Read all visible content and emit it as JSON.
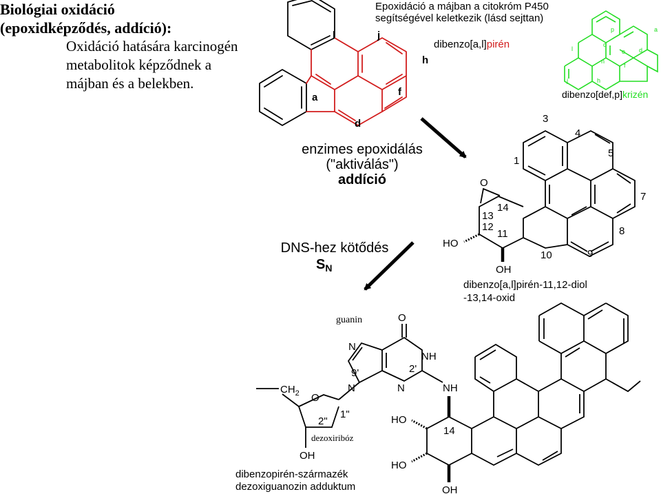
{
  "title": {
    "line1": "Biológiai oxidáció",
    "line2": "(epoxidképződés, addíció):",
    "body": [
      "Oxidáció hatására karcinogén",
      "metabolitok képződnek a",
      "májban és a belekben."
    ]
  },
  "top_note": [
    "Epoxidáció a májban a citokróm P450",
    "segítségével keletkezik (lásd sejttan)"
  ],
  "compound1": {
    "prefix": "dibenzo[a,l]",
    "highlight": "pirén",
    "ring_labels": {
      "l": "l",
      "j": "j",
      "h": "h",
      "a": "a",
      "f": "f",
      "d": "d"
    }
  },
  "compound2": {
    "prefix": "dibenzo[def,p]",
    "highlight": "krizén",
    "ring_labels": [
      "p",
      "a",
      "o",
      "l",
      "e",
      "d",
      "n",
      "f",
      "j",
      "h"
    ]
  },
  "step1": {
    "line1": "enzimes epoxidálás",
    "line2": "(\"aktiválás\")",
    "line3": "addíció"
  },
  "step2": {
    "line1": "DNS-hez kötődés",
    "sn_main": "S",
    "sn_sub": "N"
  },
  "epoxide": {
    "numbers": [
      "1",
      "3",
      "4",
      "5",
      "7",
      "8",
      "9",
      "10",
      "11",
      "12",
      "13",
      "14"
    ],
    "atoms": {
      "O": "O",
      "HO": "HO",
      "OH": "OH"
    },
    "name": [
      "dibenzo[a,l]pirén-11,12-diol",
      "-13,14-oxid"
    ]
  },
  "adduct": {
    "guanin": "guanin",
    "dezoxiriboz": "dezoxiribóz",
    "atoms": {
      "O": "O",
      "N": "N",
      "NH": "NH",
      "CH": "CH",
      "sub2": "2",
      "OH": "OH",
      "HO": "HO"
    },
    "locants": {
      "n9": "9'",
      "n2": "2'",
      "c1": "1\"",
      "c2": "2\"",
      "c14": "14"
    },
    "name": [
      "dibenzopirén-származék",
      "dezoxiguanozin adduktum"
    ]
  },
  "colors": {
    "red": "#d21d1d",
    "green": "#22dd22",
    "black": "#000000"
  }
}
